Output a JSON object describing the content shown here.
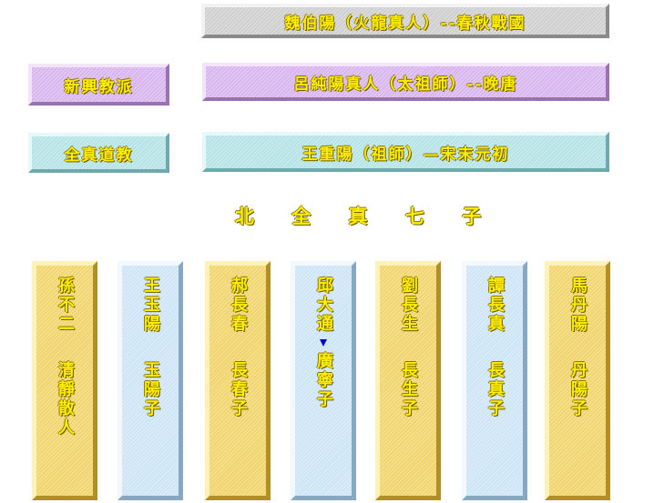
{
  "top_bars": [
    {
      "text": "魏伯陽（火龍真人）--春秋戰國"
    },
    {
      "text": "呂純陽真人（太祖師）--晚唐"
    },
    {
      "text": "王重陽（祖師）—宋末元初"
    }
  ],
  "side_labels": [
    {
      "text": "新興教派"
    },
    {
      "text": "全真道教"
    }
  ],
  "section_title": "北 全 真 七 子",
  "disciples": [
    {
      "name": "孫不二",
      "title": "清靜散人"
    },
    {
      "name": "王玉陽",
      "title": "玉陽子"
    },
    {
      "name": "郝長春",
      "title": "長春子"
    },
    {
      "name": "邱大通",
      "title": "廣寧子"
    },
    {
      "name": "劉長生",
      "title": "長生子"
    },
    {
      "name": "譚長真",
      "title": "長真子"
    },
    {
      "name": "馬丹陽",
      "title": "丹陽子"
    }
  ],
  "colors": {
    "text": "#ffee00",
    "grey": "#cfcfcf",
    "purple": "#d8b5ee",
    "teal": "#b6e3e6",
    "gold": "#f1d46c",
    "blue": "#cde5f6",
    "marker": "#0000cc"
  }
}
